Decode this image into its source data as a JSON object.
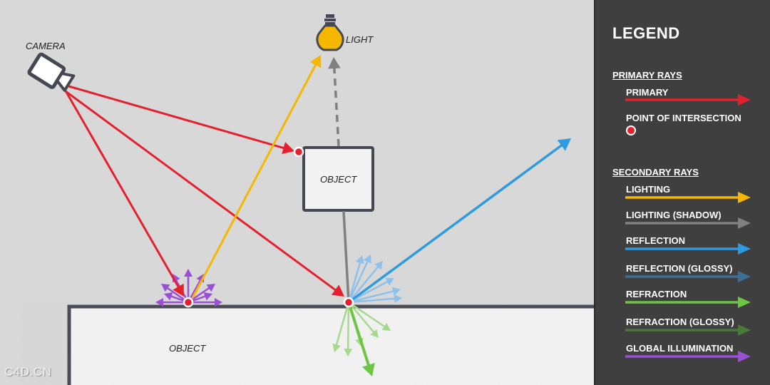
{
  "scene": {
    "camera_label": "CAMERA",
    "light_label": "LIGHT",
    "object_box_label": "OBJECT",
    "object_floor_label": "OBJECT"
  },
  "watermark": "C4D.CN",
  "legend": {
    "title": "LEGEND",
    "primary_section": "PRIMARY RAYS",
    "primary_items": [
      {
        "label": "PRIMARY",
        "color": "#e5202e"
      },
      {
        "label": "POINT OF INTERSECTION",
        "color": "#e5202e"
      }
    ],
    "secondary_section": "SECONDARY RAYS",
    "secondary_items": [
      {
        "label": "LIGHTING",
        "color": "#f5b700"
      },
      {
        "label": "LIGHTING (SHADOW)",
        "color": "#808080"
      },
      {
        "label": "REFLECTION",
        "color": "#2d9be0"
      },
      {
        "label": "REFLECTION (GLOSSY)",
        "color": "#3b6f96"
      },
      {
        "label": "REFRACTION",
        "color": "#6cc644"
      },
      {
        "label": "REFRACTION (GLOSSY)",
        "color": "#4a7a3a"
      },
      {
        "label": "GLOBAL ILLUMINATION",
        "color": "#9b4fd6"
      }
    ]
  },
  "colors": {
    "primary": "#e5202e",
    "lighting": "#f5b700",
    "shadow": "#808080",
    "reflection": "#2d9be0",
    "reflection_glossy": "#8fc1e8",
    "refraction": "#6cc644",
    "refraction_glossy": "#a6d98e",
    "gi": "#9b4fd6",
    "outline": "#454852"
  }
}
